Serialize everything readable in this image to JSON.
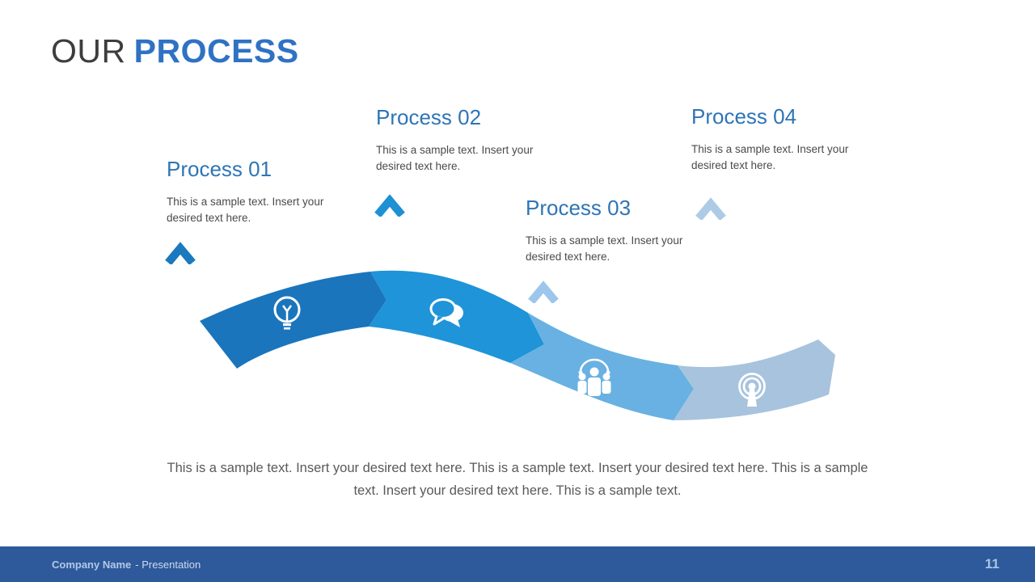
{
  "slide_title": {
    "prefix": "OUR",
    "highlight": "PROCESS"
  },
  "steps": [
    {
      "title": "Process 01",
      "body": "This is a sample text. Insert your desired text here.",
      "icon": "lightbulb-icon",
      "color": "#1b75bc",
      "chevron_color": "#1b79be"
    },
    {
      "title": "Process 02",
      "body": "This is a sample text. Insert your desired text here.",
      "icon": "chat-bubbles-icon",
      "color": "#1f94d8",
      "chevron_color": "#1e90d4"
    },
    {
      "title": "Process 03",
      "body": "This is a sample text. Insert your desired text here.",
      "icon": "team-icon",
      "color": "#68b1e2",
      "chevron_color": "#9dc6ec"
    },
    {
      "title": "Process 04",
      "body": "This is a sample text. Insert your desired text here.",
      "icon": "broadcast-icon",
      "color": "#a7c3dd",
      "chevron_color": "#aecbe6"
    }
  ],
  "bottom_text": "This is a sample text. Insert your desired text here. This is a sample text. Insert your desired text here. This is a sample text. Insert your desired text here. This is a sample text.",
  "footer": {
    "company": "Company Name",
    "subtitle": "- Presentation",
    "page_number": "11",
    "bar_color": "#2e5a9b"
  },
  "colors": {
    "title_accent": "#2f72c4",
    "heading_blue": "#2e75b6",
    "title_gray": "#3d3d3d",
    "body_gray": "#4a4a4a"
  }
}
